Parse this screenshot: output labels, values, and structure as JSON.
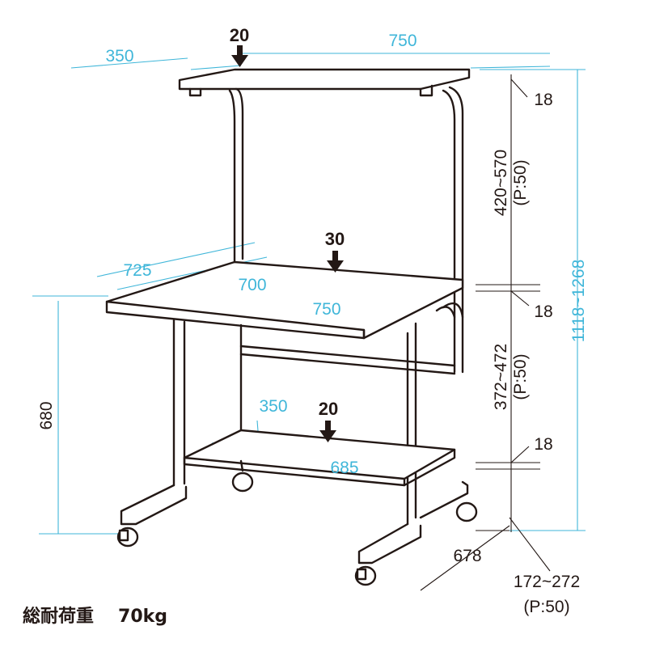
{
  "top_shelf": {
    "depth": "350",
    "width": "750",
    "load": "20",
    "thickness": "18"
  },
  "gap_upper": {
    "range": "420~570",
    "pitch": "(P:50)"
  },
  "desk": {
    "depth_outer": "725",
    "depth_inner": "700",
    "width": "750",
    "load": "30",
    "thickness": "18"
  },
  "gap_lower": {
    "range": "372~472",
    "pitch": "(P:50)"
  },
  "bottom_shelf": {
    "depth": "350",
    "width": "685",
    "load": "20",
    "thickness": "18"
  },
  "height_desk": "680",
  "height_total": "1118~1268",
  "base_depth": "678",
  "bottom_height": {
    "range": "172~272",
    "pitch": "(P:50)"
  },
  "footer": {
    "label": "総耐荷重",
    "value": "70kg"
  },
  "colors": {
    "dimension": "#3fb6d9",
    "line": "#231815"
  }
}
